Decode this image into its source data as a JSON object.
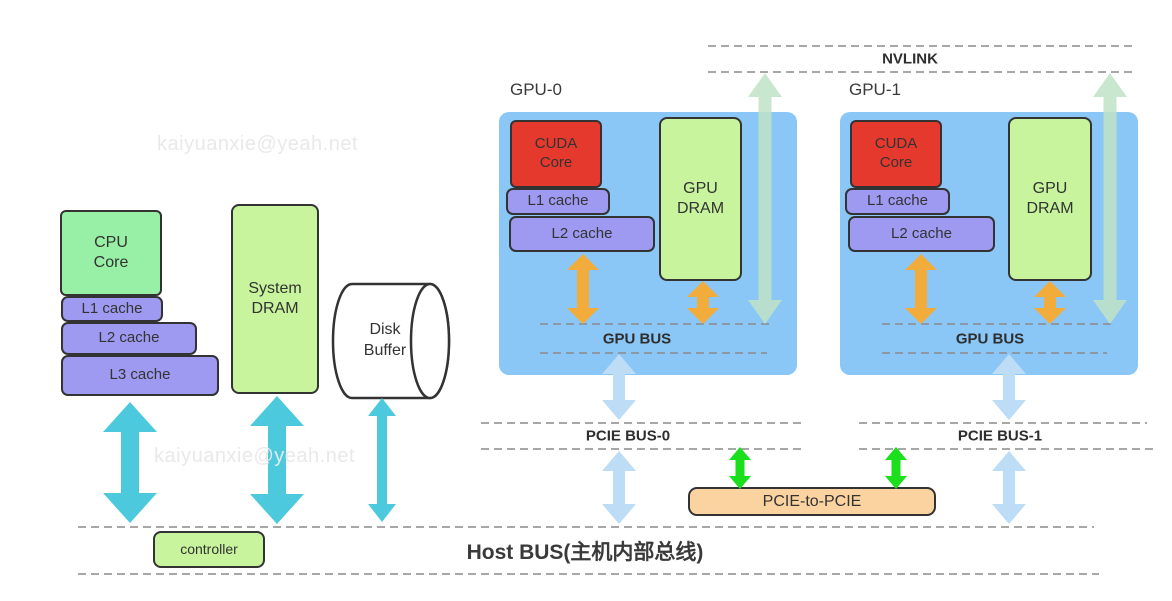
{
  "colors": {
    "mint-green": "#98EFA6",
    "yellow-green": "#C7F49C",
    "purple": "#9E9AF2",
    "red": "#E5392E",
    "gpu-blue": "#8AC6F6",
    "peach": "#FBD3A0",
    "teal-arrow": "#4DC9DE",
    "lightblue-arrow": "#BDDCF6",
    "orange-arrow": "#F2AC3C",
    "green-arrow": "#1ADF1A",
    "palegreen-arrow": "#C0E3C6",
    "dash-gray": "#8A8A8A",
    "border-dark": "#333333",
    "text-dark": "#333333",
    "watermark": "#E9E9EB"
  },
  "watermark": {
    "text": "kaiyuanxie@yeah.net"
  },
  "cpu": {
    "core": "CPU\nCore",
    "l1": "L1 cache",
    "l2": "L2 cache",
    "l3": "L3 cache"
  },
  "memory": {
    "system_dram": "System\nDRAM",
    "disk_buffer": "Disk\nBuffer"
  },
  "gpu0": {
    "label": "GPU-0",
    "cuda": "CUDA\nCore",
    "l1": "L1 cache",
    "l2": "L2 cache",
    "dram": "GPU\nDRAM",
    "bus": "GPU BUS"
  },
  "gpu1": {
    "label": "GPU-1",
    "cuda": "CUDA\nCore",
    "l1": "L1 cache",
    "l2": "L2 cache",
    "dram": "GPU\nDRAM",
    "bus": "GPU BUS"
  },
  "buses": {
    "nvlink": "NVLINK",
    "pcie0": "PCIE BUS-0",
    "pcie1": "PCIE BUS-1",
    "host": "Host BUS(主机内部总线)",
    "bridge": "PCIE-to-PCIE",
    "controller": "controller"
  }
}
